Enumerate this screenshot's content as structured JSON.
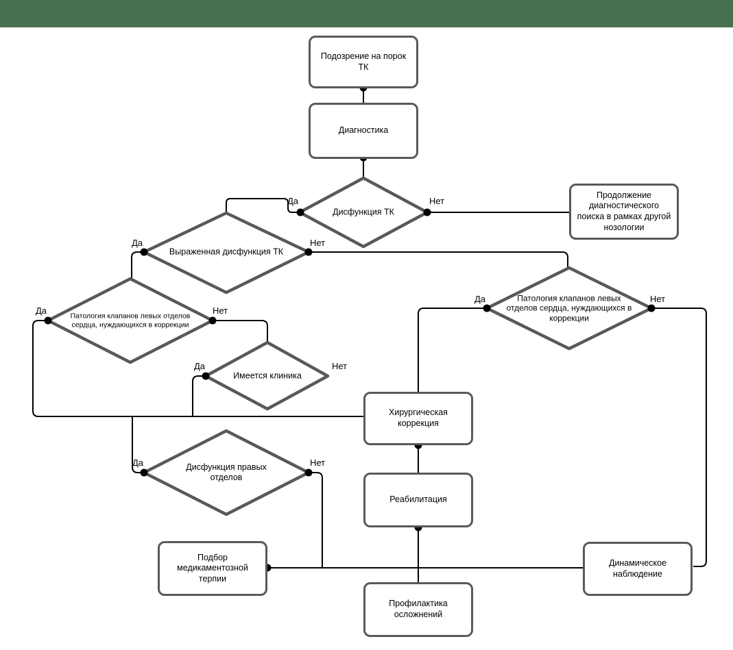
{
  "header": {
    "color": "#48704F"
  },
  "colors": {
    "shape_border": "#595959",
    "edge_line": "#000000",
    "background": "#ffffff"
  },
  "nodes": {
    "suspicion": {
      "label": "Подозрение на порок ТК"
    },
    "diagnostics": {
      "label": "Диагностика"
    },
    "continue_search": {
      "label": "Продолжение диагностического поиска в рамках другой нозологии"
    },
    "dysfunction_tk": {
      "label": "Дисфункция ТК",
      "yes": "Да",
      "no": "Нет"
    },
    "severe_dysfunction": {
      "label": "Выраженная дисфункция ТК",
      "yes": "Да",
      "no": "Нет"
    },
    "left_valve_pathology_1": {
      "label": "Патология клапанов левых отделов сердца, нуждающихся в коррекции",
      "yes": "Да",
      "no": "Нет"
    },
    "clinic_present": {
      "label": "Имеется клиника",
      "yes": "Да",
      "no": "Нет"
    },
    "left_valve_pathology_2": {
      "label": "Патология клапанов левых отделов сердца, нуждающихся в коррекции",
      "yes": "Да",
      "no": "Нет"
    },
    "right_dysfunction": {
      "label": "Дисфункция правых отделов",
      "yes": "Да",
      "no": "Нет"
    },
    "surgery": {
      "label": "Хирургическая коррекция"
    },
    "rehab": {
      "label": "Реабилитация"
    },
    "med_therapy": {
      "label": "Подбор медикаментозной терпии"
    },
    "dynamic_observation": {
      "label": "Динамическое наблюдение"
    },
    "prevention": {
      "label": "Профилактика осложнений"
    }
  }
}
